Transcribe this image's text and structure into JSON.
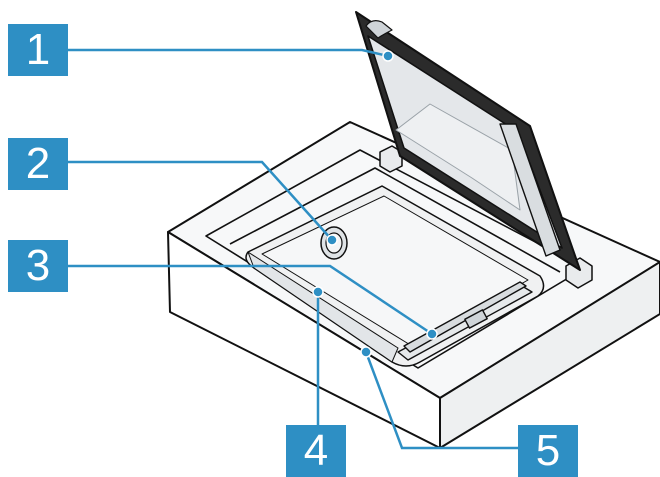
{
  "callouts": [
    {
      "number": "1"
    },
    {
      "number": "2"
    },
    {
      "number": "3"
    },
    {
      "number": "4"
    },
    {
      "number": "5"
    }
  ],
  "colors": {
    "accent": "#2e8fc4",
    "outline": "#111111",
    "glass": "#e4e7ea"
  }
}
